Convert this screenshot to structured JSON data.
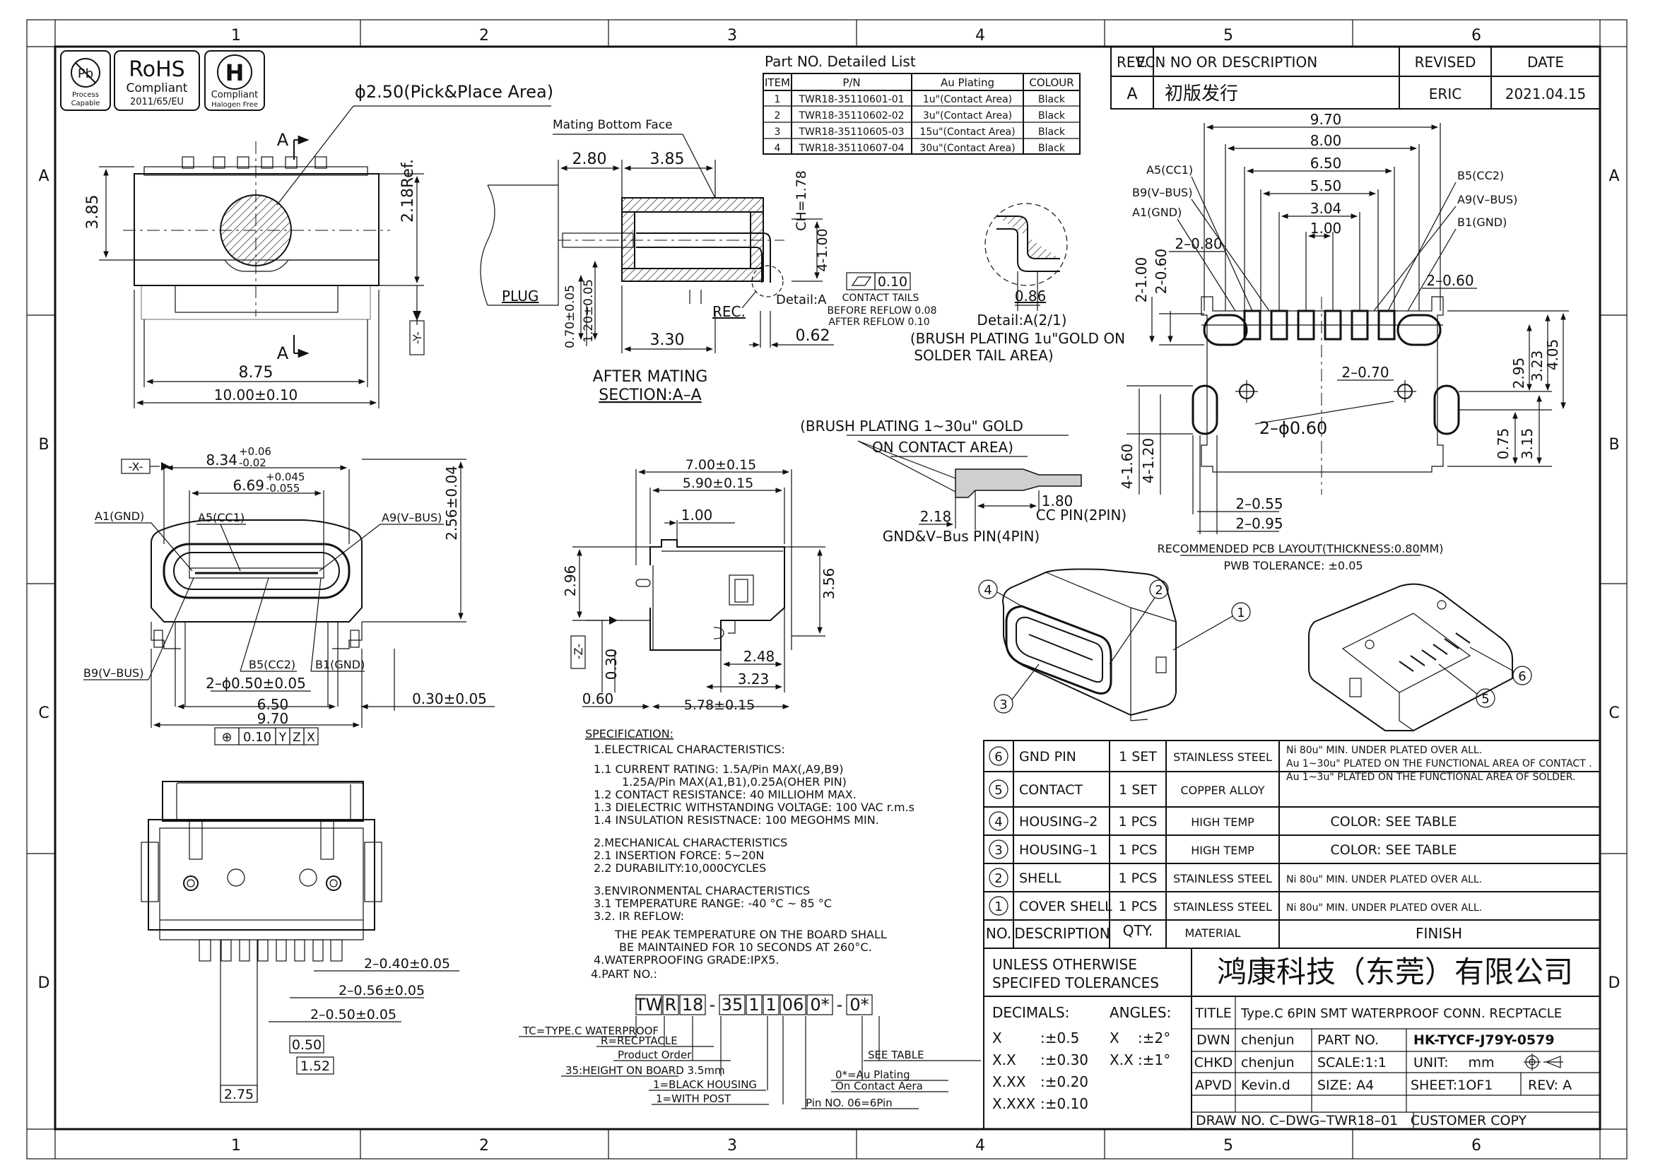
{
  "border": {
    "columns": [
      "1",
      "2",
      "3",
      "4",
      "5",
      "6"
    ],
    "rows": [
      "A",
      "B",
      "C",
      "D"
    ]
  },
  "logos": {
    "pb": {
      "symbol": "Pb",
      "line1": "Process",
      "line2": "Capable"
    },
    "rohs": {
      "title": "RoHS",
      "line1": "Compliant",
      "line2": "2011/65/EU"
    },
    "halogen": {
      "symbol": "H",
      "line1": "Compliant",
      "line2": "Halogen Free"
    }
  },
  "revision_table": {
    "headers": [
      "REV.",
      "ECN NO OR DESCRIPTION",
      "REVISED",
      "DATE"
    ],
    "row": [
      "A",
      "初版发行",
      "ERIC",
      "2021.04.15"
    ]
  },
  "part_list": {
    "title": "Part NO. Detailed List",
    "headers": [
      "ITEM",
      "P/N",
      "Au Plating",
      "COLOUR"
    ],
    "rows": [
      [
        "1",
        "TWR18-35110601-01",
        "1u\"(Contact Area)",
        "Black"
      ],
      [
        "2",
        "TWR18-35110602-02",
        "3u\"(Contact Area)",
        "Black"
      ],
      [
        "3",
        "TWR18-35110605-03",
        "15u\"(Contact Area)",
        "Black"
      ],
      [
        "4",
        "TWR18-35110607-04",
        "30u\"(Contact Area)",
        "Black"
      ]
    ]
  },
  "top_view": {
    "pick_place": "ϕ2.50(Pick&Place Area)",
    "dim_385": "3.85",
    "dim_218": "2.18Ref.",
    "section_a_top": "A",
    "section_a_bottom": "A",
    "datum_y": "-Y-",
    "dim_875": "8.75",
    "dim_1000": "10.00±0.10"
  },
  "section_view": {
    "mating_face": "Mating Bottom Face",
    "dim_280": "2.80",
    "dim_385": "3.85",
    "ch": "CH=1.78",
    "dim_4_100": "4-1.00",
    "plug": "PLUG",
    "rec": "REC.",
    "dim_070": "0.70±0.05",
    "dim_120": "1.20±0.05",
    "dim_330": "3.30",
    "dim_062": "0.62",
    "detail_a": "Detail:A",
    "after_mating": "AFTER MATING",
    "section_aa": "SECTION:A–A"
  },
  "flatness": {
    "value": "0.10",
    "line1": "CONTACT TAILS",
    "line2": "BEFORE REFLOW 0.08",
    "line3": "AFTER REFLOW 0.10"
  },
  "detail_view": {
    "dim": "0.86",
    "title": "Detail:A(2/1)",
    "note1": "(BRUSH PLATING 1u\"GOLD ON",
    "note2": "SOLDER TAIL AREA)"
  },
  "plating_note": {
    "line1": "(BRUSH PLATING 1~30u\" GOLD",
    "line2": "ON CONTACT AREA)",
    "dim_180": "1.80",
    "cc_pin": "CC PIN(2PIN)",
    "dim_218": "2.18",
    "gnd_pin": "GND&V–Bus PIN(4PIN)"
  },
  "pcb_layout": {
    "dim_970": "9.70",
    "dim_800": "8.00",
    "dim_650": "6.50",
    "dim_550": "5.50",
    "dim_304": "3.04",
    "dim_100": "1.00",
    "dim_2_080": "2–0.80",
    "dim_2_100": "2-1.00",
    "dim_2_060v": "2-0.60",
    "dim_2_060": "2–0.60",
    "dim_2_070": "2–0.70",
    "dim_2_phi060": "2–ϕ0.60",
    "dim_295": "2.95",
    "dim_323": "3.23",
    "dim_405": "4.05",
    "dim_075": "0.75",
    "dim_315": "3.15",
    "dim_4_160": "4-1.60",
    "dim_4_120": "4-1.20",
    "dim_2_055": "2–0.55",
    "dim_2_095": "2–0.95",
    "labels_left": [
      "A5(CC1)",
      "B9(V–BUS)",
      "A1(GND)"
    ],
    "labels_right": [
      "B5(CC2)",
      "A9(V–BUS)",
      "B1(GND)"
    ],
    "title": "RECOMMENDED PCB LAYOUT(THICKNESS:0.80MM)",
    "tolerance": "PWB TOLERANCE: ±0.05"
  },
  "front_view": {
    "datum_x": "-X-",
    "dim_834": "8.34",
    "dim_834_tol_up": "+0.06",
    "dim_834_tol_dn": "-0.02",
    "dim_669": "6.69",
    "dim_669_tol_up": "+0.045",
    "dim_669_tol_dn": "-0.055",
    "dim_256": "2.56±0.04",
    "a1": "A1(GND)",
    "a5": "A5(CC1)",
    "a9": "A9(V–BUS)",
    "b9": "B9(V–BUS)",
    "b5": "B5(CC2)",
    "b1": "B1(GND)",
    "dim_phi050": "2–ϕ0.50±0.05",
    "dim_650": "6.50",
    "dim_030": "0.30±0.05",
    "dim_970": "9.70",
    "position_tol": [
      "⊕",
      "0.10",
      "Y",
      "Z",
      "X"
    ]
  },
  "side_view": {
    "dim_700": "7.00±0.15",
    "dim_590": "5.90±0.15",
    "dim_100": "1.00",
    "dim_296": "2.96",
    "dim_356": "3.56",
    "datum_z": "-Z-",
    "dim_030": "0.30",
    "dim_248": "2.48",
    "dim_323": "3.23",
    "dim_060": "0.60",
    "dim_578": "5.78±0.15"
  },
  "bottom_view": {
    "dim_040": "2–0.40±0.05",
    "dim_056": "2–0.56±0.05",
    "dim_050": "2–0.50±0.05",
    "box_050": "0.50",
    "box_152": "1.52",
    "box_275": "2.75"
  },
  "iso_balloons": [
    "1",
    "2",
    "3",
    "4",
    "5",
    "6"
  ],
  "specification": [
    "SPECIFICATION:",
    "1.ELECTRICAL CHARACTERISTICS:",
    "1.1  CURRENT RATING: 1.5A/Pin MAX(,A9,B9)",
    "1.25A/Pin MAX(A1,B1),0.25A(OHER PIN)",
    "1.2  CONTACT RESISTANCE: 40 MILLIOHM MAX.",
    "1.3  DIELECTRIC WITHSTANDING VOLTAGE: 100 VAC r.m.s",
    "1.4  INSULATION RESISTNACE: 100 MEGOHMS MIN.",
    "2.MECHANICAL  CHARACTERISTICS",
    "2.1  INSERTION FORCE: 5~20N",
    "2.2  DURABILITY:10,000CYCLES",
    "3.ENVIRONMENTAL   CHARACTERISTICS",
    "3.1  TEMPERATURE RANGE: -40 °C ~ 85 °C",
    "3.2.  IR REFLOW:",
    "THE PEAK TEMPERATURE ON THE BOARD SHALL",
    "BE MAINTAINED FOR 10 SECONDS AT 260°C.",
    "4.WATERPROOFING GRADE:IPX5.",
    "4.PART NO.:"
  ],
  "part_code": {
    "boxes": [
      "TW",
      "R",
      "18",
      "-",
      "35",
      "1",
      "1",
      "06",
      "0*",
      "-",
      "0*"
    ],
    "legend": [
      "TC=TYPE.C  WATERPROOF",
      "R=RECPTACLE",
      "Product Order",
      "35:HEIGHT  ON  BOARD  3.5mm",
      "1=BLACK  HOUSING",
      "1=WITH  POST",
      "SEE  TABLE",
      "0*=Au  Plating",
      "On  Contact  Aera",
      "Pin  NO.  06=6Pin"
    ]
  },
  "bom": {
    "rows": [
      {
        "no": "6",
        "desc": "GND PIN",
        "qty": "1 SET",
        "material": "STAINLESS STEEL",
        "finish": [
          "Ni 80u\" MIN. UNDER PLATED OVER ALL.",
          "Au 1~30u\" PLATED ON THE FUNCTIONAL AREA OF CONTACT .",
          "Au 1~3u\" PLATED ON THE FUNCTIONAL AREA OF SOLDER."
        ]
      },
      {
        "no": "5",
        "desc": "CONTACT",
        "qty": "1 SET",
        "material": "COPPER ALLOY",
        "finish": []
      },
      {
        "no": "4",
        "desc": "HOUSING–2",
        "qty": "1 PCS",
        "material": "HIGH TEMP",
        "finish": [
          "COLOR: SEE TABLE"
        ]
      },
      {
        "no": "3",
        "desc": "HOUSING–1",
        "qty": "1 PCS",
        "material": "HIGH TEMP",
        "finish": [
          "COLOR: SEE TABLE"
        ]
      },
      {
        "no": "2",
        "desc": "SHELL",
        "qty": "1 PCS",
        "material": "STAINLESS STEEL",
        "finish": [
          "Ni 80u\" MIN. UNDER PLATED OVER ALL."
        ]
      },
      {
        "no": "1",
        "desc": "COVER SHELL",
        "qty": "1 PCS",
        "material": "STAINLESS STEEL",
        "finish": [
          "Ni 80u\" MIN. UNDER PLATED OVER ALL."
        ]
      }
    ],
    "header": {
      "no": "NO.",
      "desc": "DESCRIPTION",
      "qty": "QTY.",
      "material": "MATERIAL",
      "finish": "FINISH"
    }
  },
  "title_block": {
    "tol_title1": "UNLESS  OTHERWISE",
    "tol_title2": "SPECIFED  TOLERANCES",
    "company": "鸿康科技（东莞）有限公司",
    "decimals": "DECIMALS:",
    "angles": "ANGLES:",
    "tol_rows": [
      [
        "X",
        ":±0.5"
      ],
      [
        "X.X",
        ":±0.30"
      ],
      [
        "X.XX",
        ":±0.20"
      ],
      [
        "X.XXX",
        ":±0.10"
      ]
    ],
    "angle_rows": [
      [
        "X",
        ":±2°"
      ],
      [
        "X.X",
        ":±1°"
      ]
    ],
    "title_label": "TITLE",
    "title_value": "Type.C  6PIN  SMT  WATERPROOF  CONN.  RECPTACLE",
    "dwn_label": "DWN",
    "dwn_value": "chenjun",
    "partno_label": "PART  NO.",
    "partno_value": "HK-TYCF-J79Y-0579",
    "chkd_label": "CHKD",
    "chkd_value": "chenjun",
    "scale": "SCALE:1:1",
    "unit_label": "UNIT:",
    "unit_value": "mm",
    "apvd_label": "APVD",
    "apvd_value": "Kevin.d",
    "size": "SIZE:  A4",
    "sheet": "SHEET:1OF1",
    "rev": "REV:  A",
    "draw_no": "DRAW  NO.  C–DWG–TWR18–01",
    "copy": "CUSTOMER  COPY"
  }
}
